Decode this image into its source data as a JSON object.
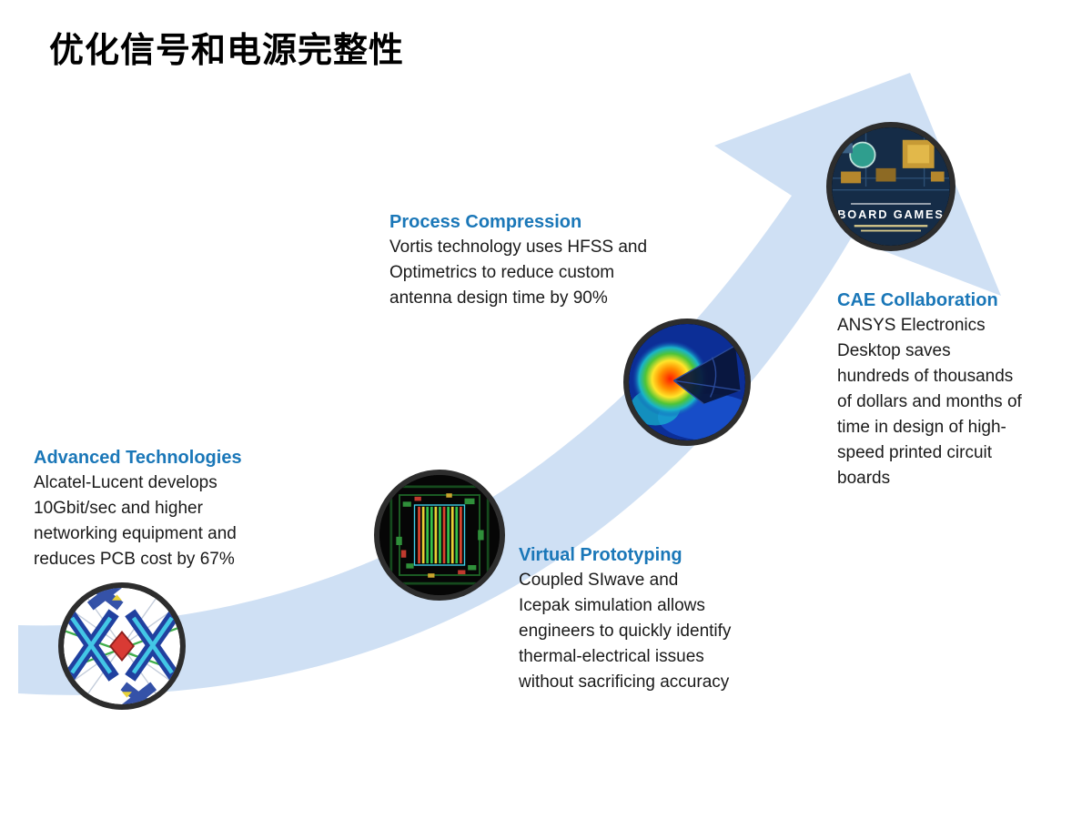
{
  "theme": {
    "accent": "#1a77b8",
    "arrow": "#cfe0f4",
    "background": "#ffffff",
    "body_text": "#1a1a1a"
  },
  "slide": {
    "title": "优化信号和电源完整性"
  },
  "milestones": [
    {
      "heading": "Advanced Technologies",
      "body": "Alcatel-Lucent develops\n10Gbit/sec and higher\nnetworking equipment and\nreduces PCB cost by 67%",
      "image": "pcb-power-integrity-simulation"
    },
    {
      "heading": "Virtual Prototyping",
      "body": "Coupled SIwave and\nIcepak simulation allows\nengineers to quickly identify\nthermal-electrical issues\nwithout sacrificing accuracy",
      "image": "ic-package-layout"
    },
    {
      "heading": "Process Compression",
      "body": "Vortis technology uses HFSS and\nOptimetrics to reduce custom\nantenna design time by 90%",
      "image": "antenna-farfield-simulation"
    },
    {
      "heading": "CAE Collaboration",
      "body": "ANSYS Electronics\nDesktop saves\nhundreds of thousands\nof dollars and months of\ntime in design of high-\nspeed printed circuit\nboards",
      "cover_title": "BOARD GAMES",
      "image": "pcb-magazine-cover"
    }
  ]
}
